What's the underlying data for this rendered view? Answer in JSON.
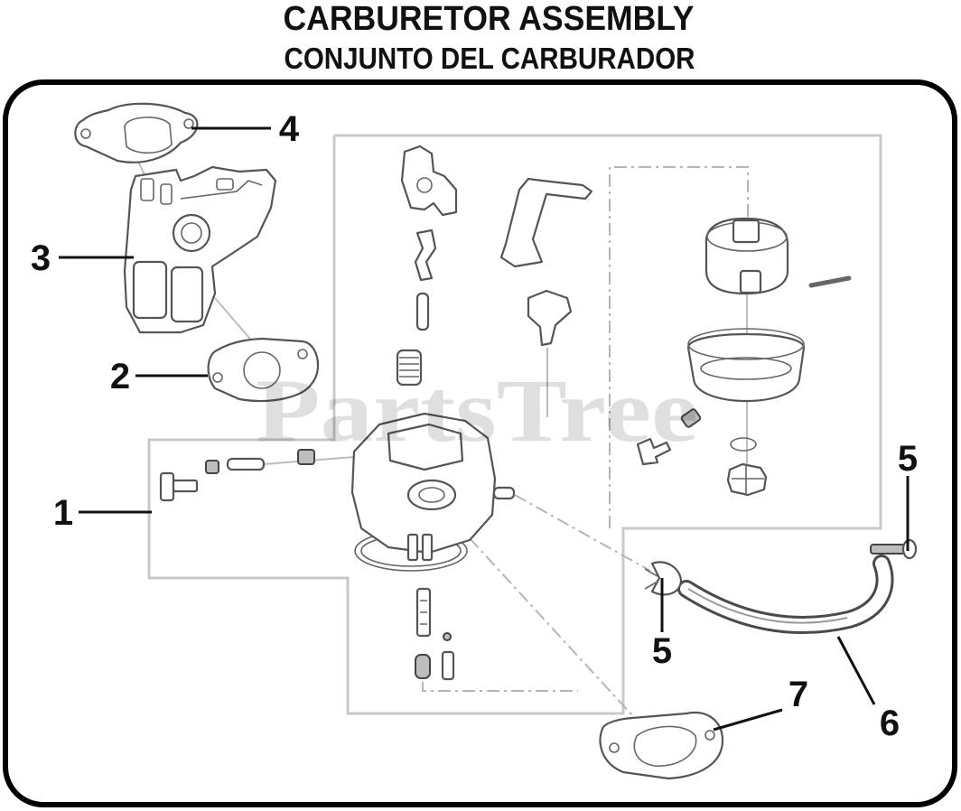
{
  "title": {
    "line1": "CARBURETOR ASSEMBLY",
    "line2": "CONJUNTO DEL CARBURADOR"
  },
  "callouts": [
    {
      "label": "4"
    },
    {
      "label": "3"
    },
    {
      "label": "2"
    },
    {
      "label": "1"
    },
    {
      "label": "5"
    },
    {
      "label": "5"
    },
    {
      "label": "6"
    },
    {
      "label": "7"
    }
  ],
  "watermark": "PartsTree",
  "colors": {
    "frame": "#000000",
    "parts": "#555555",
    "region_outline": "#c8c8c8",
    "callouts": "#111111"
  }
}
